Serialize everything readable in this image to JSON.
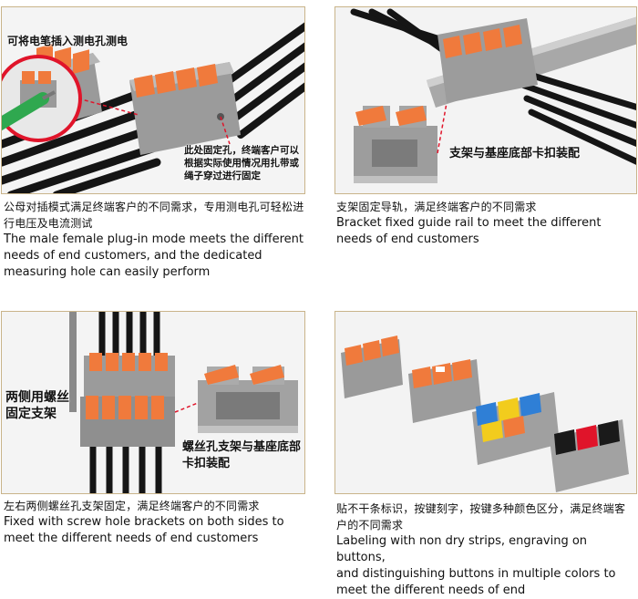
{
  "panels": {
    "p1": {
      "label_top": "可将电笔插入测电孔测电",
      "label_callout": "此处固定孔，终端客户可以根据实际使用情况用扎带或绳子穿过进行固定",
      "caption_cn": "公母对插模式满足终端客户的不同需求，专用测电孔可轻松进行电压及电流测试",
      "caption_en": "The male female plug-in mode meets the different needs of end customers, and the dedicated measuring hole can easily perform"
    },
    "p2": {
      "label_callout": "支架与基座底部卡扣装配",
      "caption_cn": "支架固定导轨，满足终端客户的不同需求",
      "caption_en": "Bracket fixed guide rail to meet the different needs of end customers"
    },
    "p3": {
      "label_left": "两侧用螺丝固定支架",
      "label_callout": "螺丝孔支架与基座底部卡扣装配",
      "caption_cn": "左右两侧螺丝孔支架固定，满足终端客户的不同需求",
      "caption_en": "Fixed with screw hole brackets on both sides to meet the different needs of end customers"
    },
    "p4": {
      "caption_cn": "贴不干条标识，按键刻字，按键多种颜色区分，满足终端客户的不同需求",
      "caption_en_1": "Labeling with non dry strips, engraving on",
      "caption_en_2": "buttons,",
      "caption_en_3": "and distinguishing buttons in multiple",
      "caption_en_4": "colors to",
      "caption_en_5": "meet the different needs of end"
    }
  },
  "colors": {
    "frame": "#c9b48a",
    "orange": "#f07a3c",
    "body_grey": "#8e8e8e",
    "wire": "#1a1a1a",
    "green": "#2fa84f",
    "red": "#e0142a",
    "blue": "#2f7fd6",
    "yellow": "#f2cc1d"
  }
}
